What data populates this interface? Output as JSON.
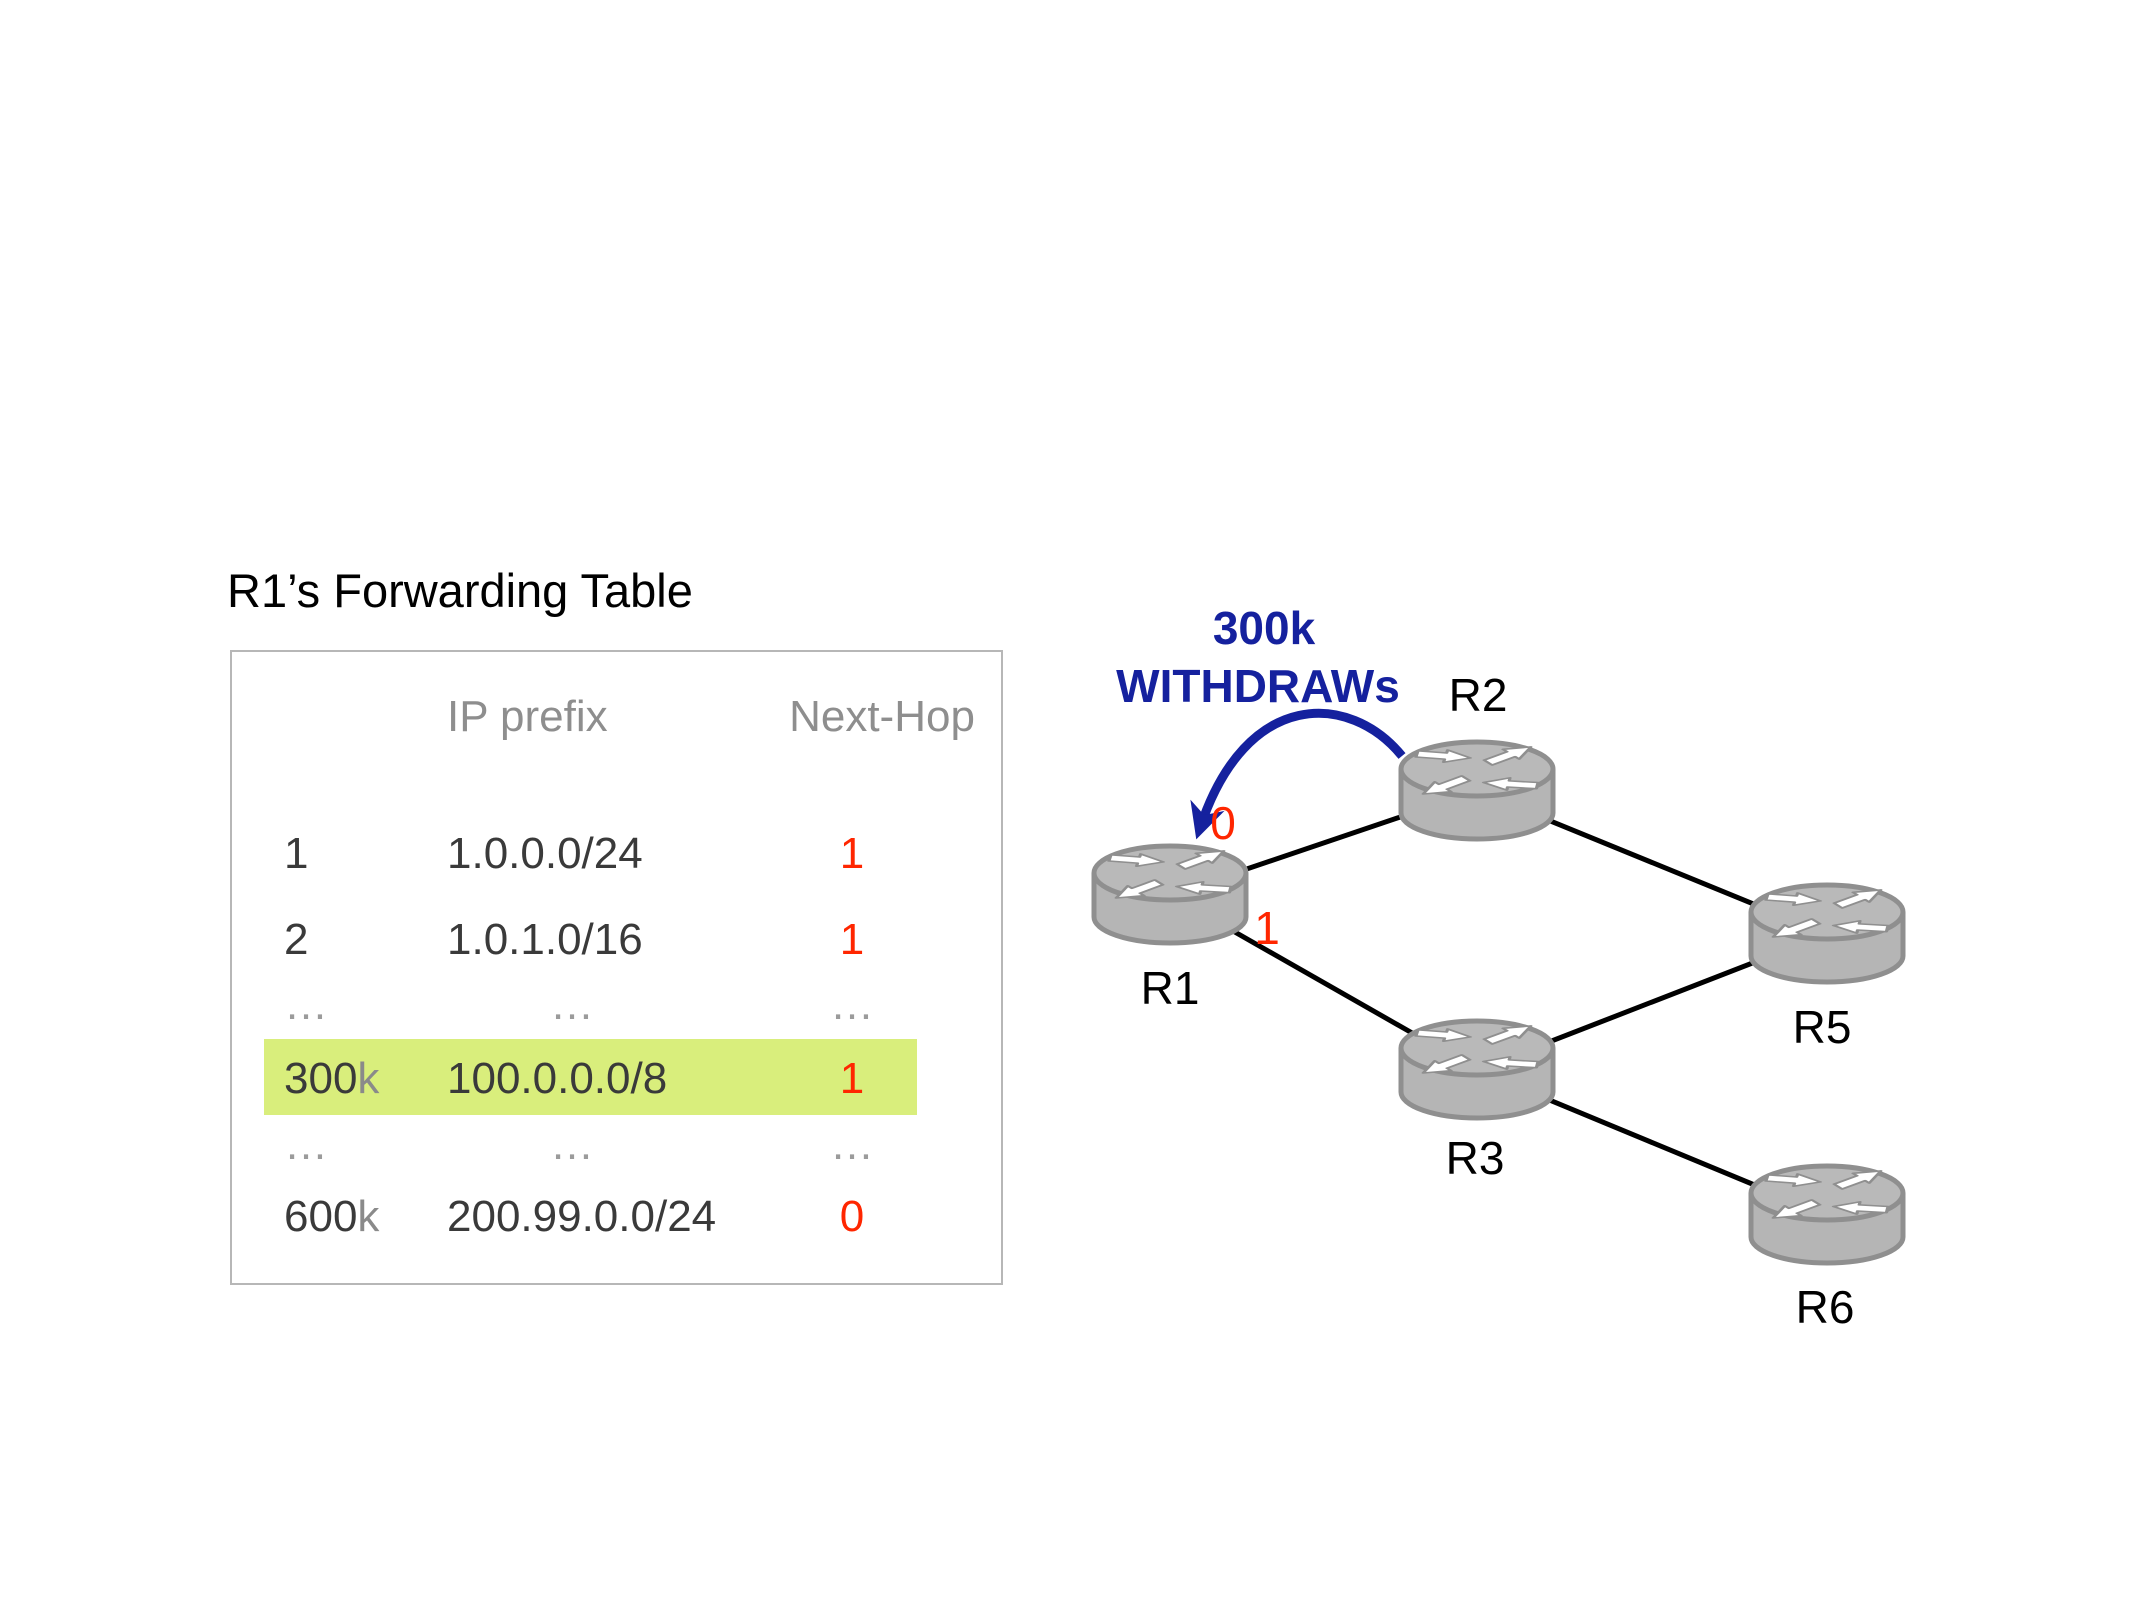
{
  "title": "R1’s Forwarding Table",
  "colors": {
    "highlight_row": "#d9ee7c",
    "next_hop_red": "#ff2600",
    "withdraw_blue": "#15219e",
    "header_gray": "#8e8e8e",
    "cell_dark": "#3a3a3a",
    "router_fill": "#b5b5b5",
    "router_stroke": "#8f8f8f"
  },
  "table": {
    "headers": {
      "ip_prefix": "IP prefix",
      "next_hop": "Next-Hop"
    },
    "rows": [
      {
        "id_num": "1",
        "id_suffix": "",
        "prefix": "1.0.0.0/24",
        "next_hop": "1",
        "highlighted": false
      },
      {
        "id_num": "2",
        "id_suffix": "",
        "prefix": "1.0.1.0/16",
        "next_hop": "1",
        "highlighted": false
      },
      {
        "id_num": "…",
        "id_suffix": "",
        "prefix": "…",
        "next_hop": "…",
        "highlighted": false
      },
      {
        "id_num": "300",
        "id_suffix": "k",
        "prefix": "100.0.0.0/8",
        "next_hop": "1",
        "highlighted": true
      },
      {
        "id_num": "…",
        "id_suffix": "",
        "prefix": "…",
        "next_hop": "…",
        "highlighted": false
      },
      {
        "id_num": "600",
        "id_suffix": "k",
        "prefix": "200.99.0.0/24",
        "next_hop": "0",
        "highlighted": false
      }
    ]
  },
  "diagram": {
    "annotation": {
      "line1": "300k",
      "line2": "WITHDRAWs"
    },
    "router_labels": {
      "r1": "R1",
      "r2": "R2",
      "r3": "R3",
      "r5": "R5",
      "r6": "R6"
    },
    "port_labels": {
      "port0": "0",
      "port1": "1"
    },
    "links": [
      "R1–R2",
      "R1–R3",
      "R2–R5",
      "R3–R5",
      "R3–R6"
    ],
    "withdraw_arrow": "R2 to R1 port 0"
  }
}
